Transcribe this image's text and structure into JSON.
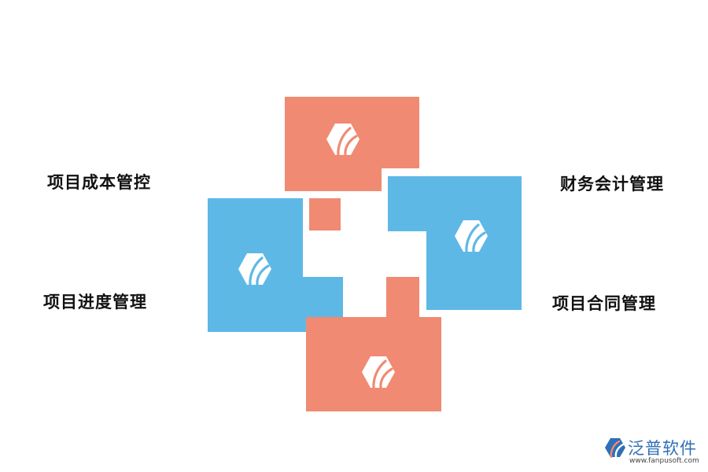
{
  "labels": {
    "top_left": "项目成本管控",
    "bottom_left": "项目进度管理",
    "top_right": "财务会计管理",
    "bottom_right": "项目合同管理"
  },
  "colors": {
    "salmon": "#f08a72",
    "sky": "#5eb8e6",
    "icon": "#ffffff"
  },
  "logo": {
    "name": "泛普软件",
    "url": "www.fanpusoft.com"
  }
}
